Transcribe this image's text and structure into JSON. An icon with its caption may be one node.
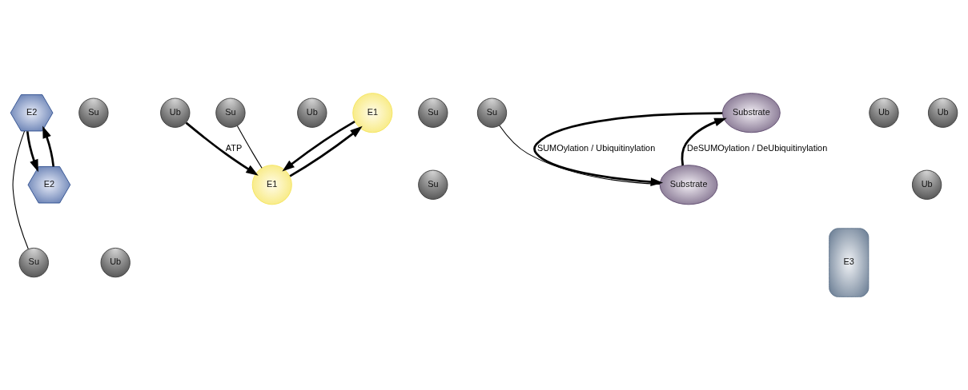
{
  "diagram": {
    "nodes": [
      {
        "text": [
          "Su"
        ]
      },
      {
        "text": [
          "Ub"
        ]
      },
      {
        "text": [
          "Su"
        ]
      },
      {
        "text": [
          "Ub"
        ]
      },
      {
        "text": [
          "E1"
        ]
      },
      {
        "text": [
          "E1"
        ]
      },
      {
        "text": [
          "E2"
        ]
      },
      {
        "text": [
          "Su"
        ]
      },
      {
        "text": [
          "Ub"
        ]
      },
      {
        "text": [
          "E2"
        ]
      },
      {
        "text": [
          "E3"
        ]
      },
      {
        "text": [
          "Su"
        ]
      },
      {
        "text": [
          "Su"
        ]
      },
      {
        "text": [
          "Su"
        ]
      },
      {
        "text": [
          "Ub"
        ]
      },
      {
        "text": [
          "Ub"
        ]
      },
      {
        "text": [
          "Ub"
        ]
      },
      {
        "text": [
          "Substrate"
        ]
      },
      {
        "text": [
          "Substrate"
        ]
      }
    ],
    "edges": [
      {
        "from": 1,
        "to": 4,
        "arrow": "to",
        "label": "ATP"
      },
      {
        "from": 5,
        "to": 4,
        "arrow": "to"
      },
      {
        "from": 2,
        "to": 4,
        "arrow": "none"
      },
      {
        "from": 4,
        "to": 5,
        "arrow": "to"
      },
      {
        "from": 6,
        "to": 9,
        "arrow": "to"
      },
      {
        "from": 7,
        "to": 9,
        "arrow": "none"
      },
      {
        "from": 9,
        "to": 6,
        "arrow": "to"
      },
      {
        "from": 13,
        "to": 17,
        "arrow": "none"
      },
      {
        "from": 18,
        "to": 17,
        "arrow": "to",
        "label": "SUMOylation / Ubiquitinylation"
      },
      {
        "from": 17,
        "to": 18,
        "arrow": "to",
        "label": "DeSUMOylation / DeUbiquitinylation"
      }
    ]
  }
}
